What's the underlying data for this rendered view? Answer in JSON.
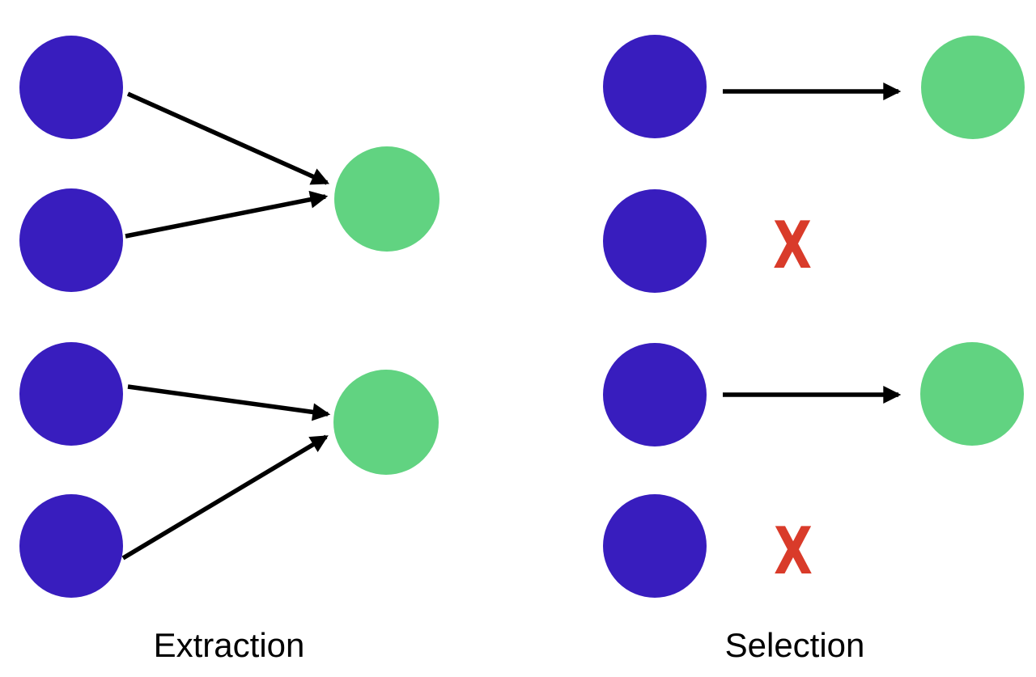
{
  "colors": {
    "source_node": "#381dbe",
    "result_node": "#61d381",
    "arrow": "#000000",
    "reject_mark": "#d93b2a",
    "label_text": "#000000",
    "background": "#ffffff"
  },
  "diagram": {
    "type": "node-link",
    "panels": [
      {
        "id": "extraction",
        "label": "Extraction",
        "groups": [
          {
            "source_nodes": 2,
            "result_nodes": 1,
            "edges": [
              [
                0,
                0
              ],
              [
                1,
                0
              ]
            ]
          },
          {
            "source_nodes": 2,
            "result_nodes": 1,
            "edges": [
              [
                0,
                0
              ],
              [
                1,
                0
              ]
            ]
          }
        ]
      },
      {
        "id": "selection",
        "label": "Selection",
        "rows": [
          {
            "outcome": "selected",
            "has_arrow": true,
            "has_result_node": true
          },
          {
            "outcome": "rejected",
            "mark": "X"
          },
          {
            "outcome": "selected",
            "has_arrow": true,
            "has_result_node": true
          },
          {
            "outcome": "rejected",
            "mark": "X"
          }
        ]
      }
    ]
  }
}
